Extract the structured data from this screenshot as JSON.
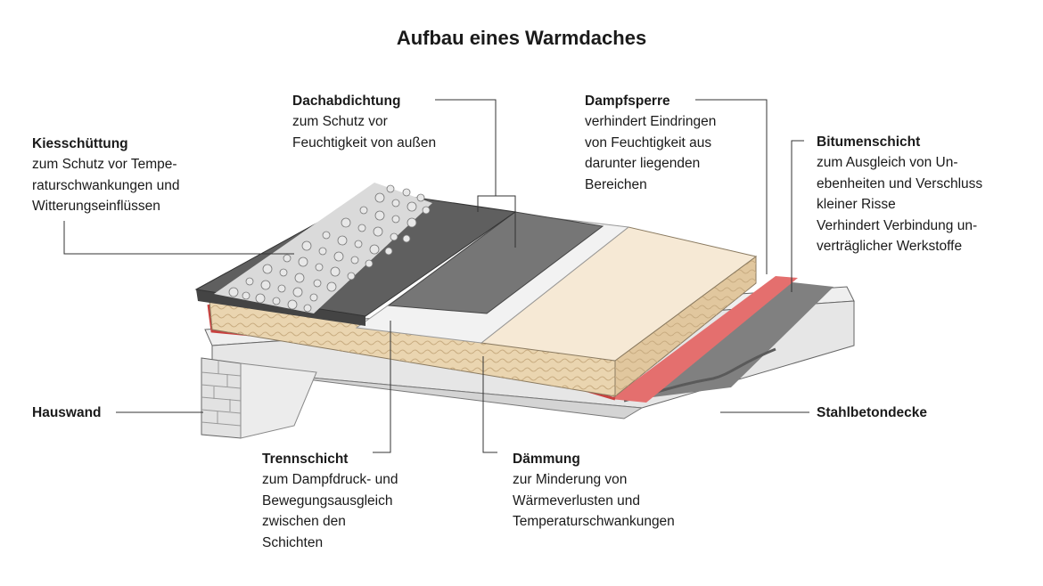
{
  "title": "Aufbau eines Warmdaches",
  "labels": {
    "kies": {
      "head": "Kiesschüttung",
      "lines": [
        "zum Schutz vor Tempe-",
        "raturschwankungen und",
        "Witterungseinflüssen"
      ]
    },
    "dachabdichtung": {
      "head": "Dachabdichtung",
      "lines": [
        "zum Schutz vor",
        "Feuchtigkeit von außen"
      ]
    },
    "dampfsperre": {
      "head": "Dampfsperre",
      "lines": [
        "verhindert Eindringen",
        "von Feuchtigkeit aus",
        "darunter liegenden",
        "Bereichen"
      ]
    },
    "bitumen": {
      "head": "Bitumenschicht",
      "lines": [
        "zum Ausgleich von Un-",
        "ebenheiten und Verschluss",
        "kleiner Risse",
        "Verhindert Verbindung un-",
        "verträglicher Werkstoffe"
      ]
    },
    "hauswand": {
      "head": "Hauswand",
      "lines": []
    },
    "stahlbeton": {
      "head": "Stahlbetondecke",
      "lines": []
    },
    "trennschicht": {
      "head": "Trennschicht",
      "lines": [
        "zum Dampfdruck- und",
        "Bewegungsausgleich",
        "zwischen den",
        "Schichten"
      ]
    },
    "daemmung": {
      "head": "Dämmung",
      "lines": [
        "zur Minderung von",
        "Wärmeverlusten und",
        "Temperaturschwankungen"
      ]
    }
  },
  "colors": {
    "concrete": "#eeeeee",
    "concrete_shade": "#d6d6d6",
    "bitumen": "#7a7a7a",
    "vapor_barrier": "#e8706f",
    "insulation_top": "#f6e9d4",
    "insulation_side": "#e9d4b0",
    "separation_layer": "#f1f1f1",
    "sealing_membrane": "#6b6b6b",
    "gravel": "#e4e4e4",
    "leader_line": "#333333"
  }
}
